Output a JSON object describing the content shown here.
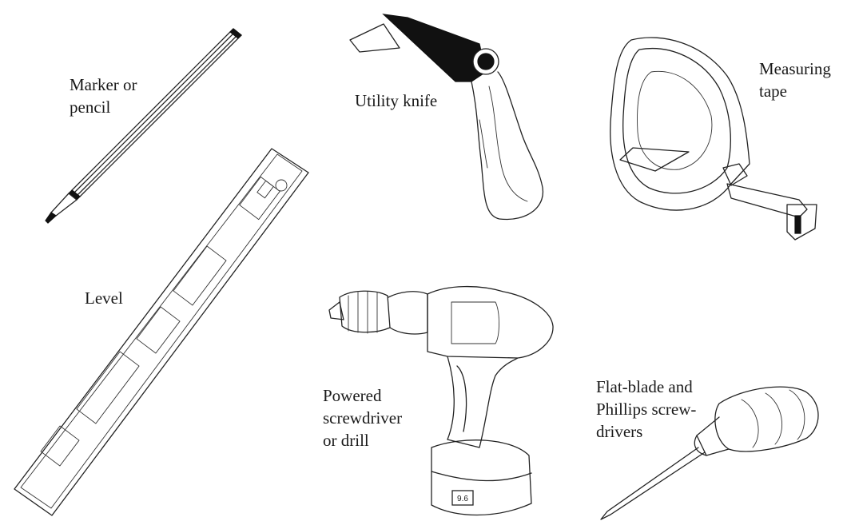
{
  "labels": {
    "marker": [
      "Marker or",
      "pencil"
    ],
    "knife": [
      "Utility knife"
    ],
    "tape": [
      "Measuring",
      "tape"
    ],
    "level": [
      "Level"
    ],
    "drill": [
      "Powered",
      "screwdriver",
      "or drill"
    ],
    "screwdriver": [
      "Flat-blade and",
      "Phillips screw-",
      "drivers"
    ]
  },
  "drill_battery_text": "9.6",
  "icons": [
    "pencil-icon",
    "utility-knife-icon",
    "measuring-tape-icon",
    "level-icon",
    "drill-icon",
    "screwdriver-icon"
  ]
}
